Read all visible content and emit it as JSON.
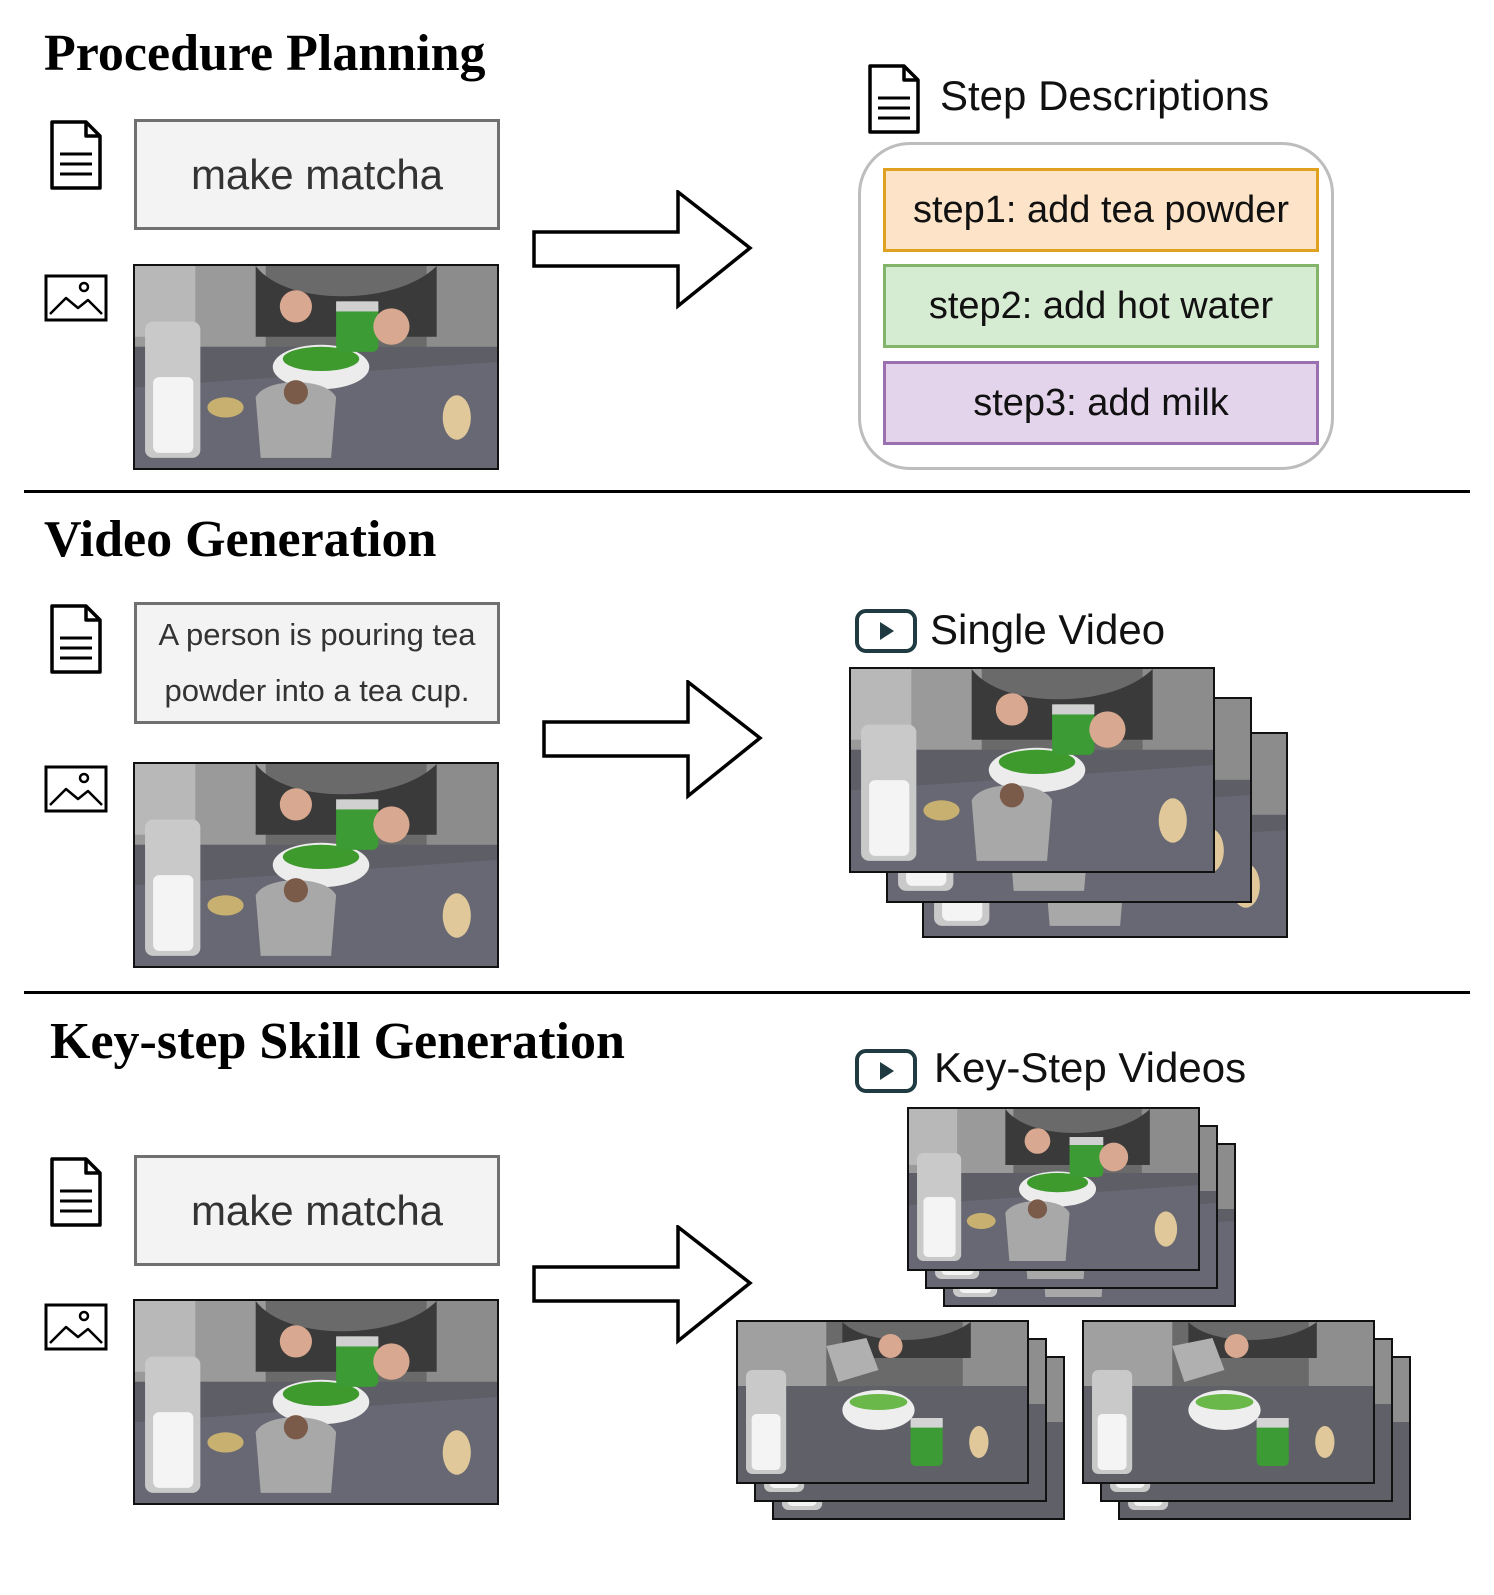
{
  "sections": {
    "procedure_planning": {
      "title": "Procedure Planning",
      "input_text": "make matcha",
      "output_label": "Step Descriptions",
      "steps": [
        {
          "text": "step1: add tea powder",
          "fill": "#fde4c8",
          "border": "#e0a020"
        },
        {
          "text": "step2: add hot water",
          "fill": "#d6ecd2",
          "border": "#82b56a"
        },
        {
          "text": "step3: add milk",
          "fill": "#e3d3eb",
          "border": "#9a70b0"
        }
      ]
    },
    "video_generation": {
      "title": "Video Generation",
      "input_text_line1": "A person is pouring tea",
      "input_text_line2": "powder into a tea cup.",
      "output_label": "Single Video"
    },
    "key_step_skill_generation": {
      "title": "Key-step Skill Generation",
      "input_text": "make matcha",
      "output_label": "Key-Step Videos"
    }
  },
  "icons": [
    "document-icon",
    "image-icon",
    "video-play-icon",
    "right-arrow-icon"
  ],
  "colors": {
    "video_icon": "#1f3a40",
    "text_box_fill": "#f3f3f3",
    "panel_border": "#bdbdbd"
  }
}
